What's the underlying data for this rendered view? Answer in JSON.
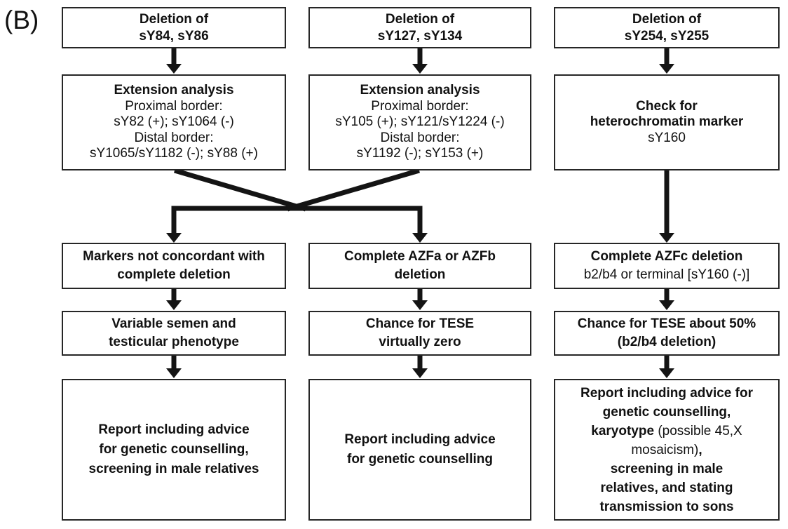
{
  "figure_label": "(B)",
  "colors": {
    "box_border": "#262626",
    "arrow": "#141414",
    "text": "#111111",
    "background": "#ffffff"
  },
  "boxes": {
    "c1_deletion": {
      "l1": "Deletion of",
      "l2": "sY84, sY86"
    },
    "c1_extension": {
      "title": "Extension analysis",
      "l1": "Proximal border:",
      "l2": "sY82 (+); sY1064 (-)",
      "l3": "Distal border:",
      "l4": "sY1065/sY1182 (-); sY88 (+)"
    },
    "c1_result": {
      "l1": "Markers not concordant with",
      "l2": "complete deletion"
    },
    "c1_phenotype": {
      "l1": "Variable semen and",
      "l2": "testicular phenotype"
    },
    "c1_report": {
      "l1": "Report including advice",
      "l2": "for genetic counselling,",
      "l3": "screening in male relatives"
    },
    "c2_deletion": {
      "l1": "Deletion of",
      "l2": "sY127, sY134"
    },
    "c2_extension": {
      "title": "Extension analysis",
      "l1": "Proximal border:",
      "l2": "sY105 (+); sY121/sY1224 (-)",
      "l3": "Distal border:",
      "l4": "sY1192 (-); sY153 (+)"
    },
    "c2_result": {
      "l1": "Complete AZFa or AZFb",
      "l2": "deletion"
    },
    "c2_tese": {
      "l1": "Chance for TESE",
      "l2": "virtually zero"
    },
    "c2_report": {
      "l1": "Report including advice",
      "l2": "for genetic counselling"
    },
    "c3_deletion": {
      "l1": "Deletion of",
      "l2": "sY254, sY255"
    },
    "c3_check": {
      "l1": "Check for",
      "l2": "heterochromatin marker",
      "l3": "sY160"
    },
    "c3_result": {
      "l1": "Complete AZFc deletion",
      "l2": "b2/b4 or terminal [sY160 (-)]"
    },
    "c3_tese": {
      "l1": "Chance for TESE about 50%",
      "l2": "(b2/b4 deletion)"
    },
    "c3_report": {
      "l1": "Report including advice for",
      "l2": "genetic counselling,",
      "l3_bold": "karyotype",
      "l3_reg": " (possible 45,X",
      "l4_reg": "mosaicism)",
      "l4_bold": ",",
      "l5": "screening in male",
      "l6": "relatives, and stating",
      "l7": "transmission to sons"
    }
  }
}
